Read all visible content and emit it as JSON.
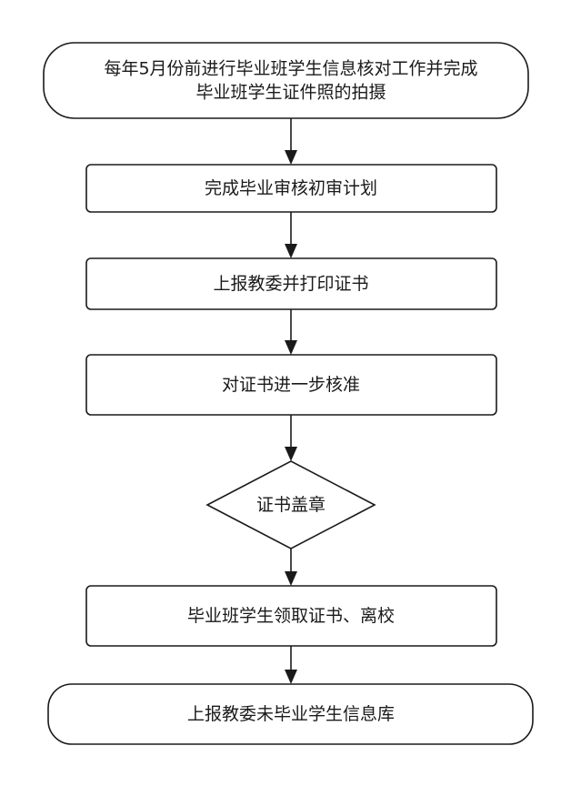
{
  "flowchart": {
    "nodes": [
      {
        "id": "n1",
        "shape": "terminal",
        "lines": [
          "每年5月份前进行毕业班学生信息核对工作并完成",
          "毕业班学生证件照的拍摄"
        ]
      },
      {
        "id": "n2",
        "shape": "process",
        "lines": [
          "完成毕业审核初审计划"
        ]
      },
      {
        "id": "n3",
        "shape": "process",
        "lines": [
          "上报教委并打印证书"
        ]
      },
      {
        "id": "n4",
        "shape": "process",
        "lines": [
          "对证书进一步核准"
        ]
      },
      {
        "id": "n5",
        "shape": "decision",
        "lines": [
          "证书盖章"
        ]
      },
      {
        "id": "n6",
        "shape": "process",
        "lines": [
          "毕业班学生领取证书、离校"
        ]
      },
      {
        "id": "n7",
        "shape": "terminal",
        "lines": [
          "上报教委未毕业学生信息库"
        ]
      }
    ],
    "edges": [
      {
        "from": "n1",
        "to": "n2"
      },
      {
        "from": "n2",
        "to": "n3"
      },
      {
        "from": "n3",
        "to": "n4"
      },
      {
        "from": "n4",
        "to": "n5"
      },
      {
        "from": "n5",
        "to": "n6"
      },
      {
        "from": "n6",
        "to": "n7"
      }
    ],
    "colors": {
      "stroke": "#1a1a1a",
      "fill": "#ffffff",
      "text": "#1a1a1a"
    }
  }
}
